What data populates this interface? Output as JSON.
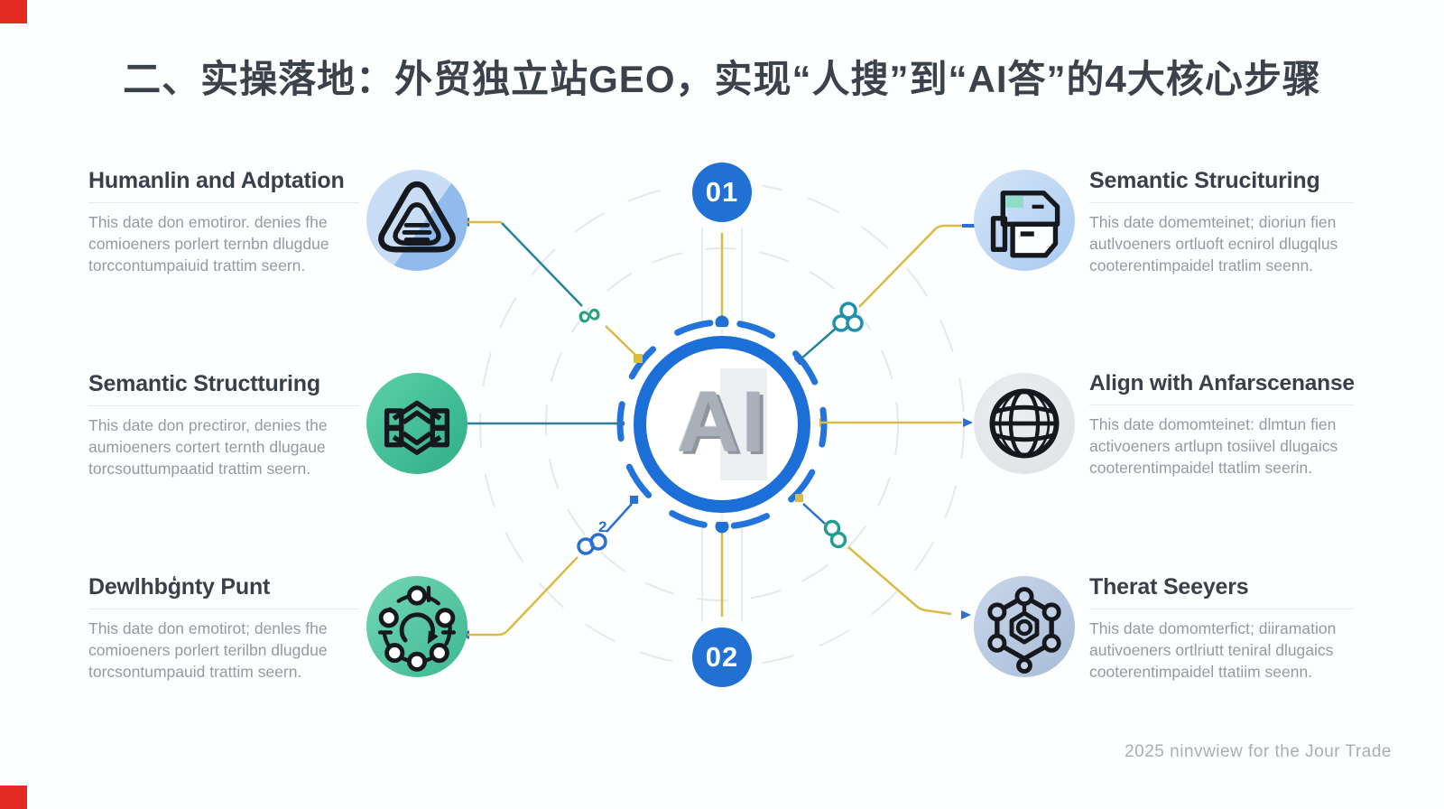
{
  "page": {
    "title": "二、实操落地：外贸独立站GEO，实现“人搜”到“AI答”的4大核心步骤",
    "footer": "2025 ninvwiew for the Jour Trade"
  },
  "center": {
    "ai_label": "AI",
    "top_badge": "01",
    "bottom_badge": "02"
  },
  "items": [
    {
      "side": "left",
      "icon": "triangle-menu-icon",
      "title": "Humanlin and Adptation",
      "body": "This date don emotiror. denies fhe comioeners porlert ternbn dlugdue torccontumpaiuid trattim seern."
    },
    {
      "side": "left",
      "icon": "stacked-chevrons-icon",
      "title": "Semantic Structturing",
      "body": "This date don prectiror, denies the aumioeners cortert ternth dlugaue torcsouttumpaatid trattim seern."
    },
    {
      "side": "left",
      "icon": "team-network-icon",
      "title": "Dewlhbģnty Punt",
      "body": "This date don emotirot; denles fhe comioeners porlert terilbn dlugdue torcsontumpauid trattim seern."
    },
    {
      "side": "right",
      "icon": "printer-document-icon",
      "title": "Semantic Strucituring",
      "body": "This date domemteinet; dioriun fien autlvoeners ortluoft ecnirol dlugqlus cooterentimpaidel tratlim seenn."
    },
    {
      "side": "right",
      "icon": "globe-icon",
      "title": "Align with Anfarscenanse",
      "body": "This date domomteinet: dlmtun fien activoeners artlupn tosiivel dlugaics cooterentimpaidel ttatlim seerin."
    },
    {
      "side": "right",
      "icon": "molecule-network-icon",
      "title": "Therat Seeyers",
      "body": "This date domomterfict; diiramation autivoeners ortlriutt teniral dlugaics cooterentimpaidel ttatiim seenn."
    }
  ],
  "colors": {
    "badge_blue": "#2071d3",
    "ring_blue": "#1c6fd6",
    "dashed_ring_blue": "#2374da",
    "connector_yellow": "#d9bc45",
    "connector_teal": "#23849c",
    "connector_blue": "#2b6fd0",
    "icon_green": "#3cb791",
    "icon_light_blue": "#a7caf0",
    "icon_gray": "#e0e3e6",
    "icon_blue_gray": "#a8bcd8",
    "title_text": "#3c424b",
    "body_text": "#949aa4",
    "corner_red": "#e32a23"
  }
}
